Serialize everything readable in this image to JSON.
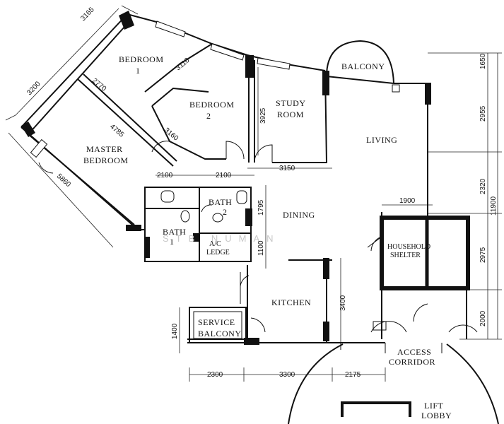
{
  "rooms": {
    "bedroom1": [
      "BEDROOM",
      "1"
    ],
    "bedroom2": [
      "BEDROOM",
      "2"
    ],
    "master": [
      "MASTER",
      "BEDROOM"
    ],
    "study": [
      "STUDY",
      "ROOM"
    ],
    "balcony": "BALCONY",
    "living": "LIVING",
    "dining": "DINING",
    "bath1": [
      "BATH",
      "1"
    ],
    "bath2": [
      "BATH",
      "2"
    ],
    "ac_ledge": [
      "A/C",
      "LEDGE"
    ],
    "kitchen": "KITCHEN",
    "service_balcony": [
      "SERVICE",
      "BALCONY"
    ],
    "household_shelter": [
      "HOUSEHOLD",
      "SHELTER"
    ],
    "access_corridor": [
      "ACCESS",
      "CORRIDOR"
    ],
    "lift_lobby": [
      "LIFT",
      "LOBBY"
    ]
  },
  "dimensions": {
    "top_3165": "3165",
    "left_3200": "3200",
    "d_3110": "3110",
    "d_2770": "2770",
    "d_4785": "4785",
    "d_3160": "3160",
    "d_5860": "5860",
    "d_3925": "3925",
    "d_3150": "3150",
    "d_2100a": "2100",
    "d_2100b": "2100",
    "d_1795": "1795",
    "d_1100": "1100",
    "d_1900": "1900",
    "d_3400": "3400",
    "d_1400": "1400",
    "d_2300": "2300",
    "d_3300": "3300",
    "d_2175": "2175",
    "right_1650": "1650",
    "right_2955": "2955",
    "right_2320": "2320",
    "right_11900": "11900",
    "right_2975": "2975",
    "right_2000": "2000"
  },
  "watermark": "STB NUMAN"
}
